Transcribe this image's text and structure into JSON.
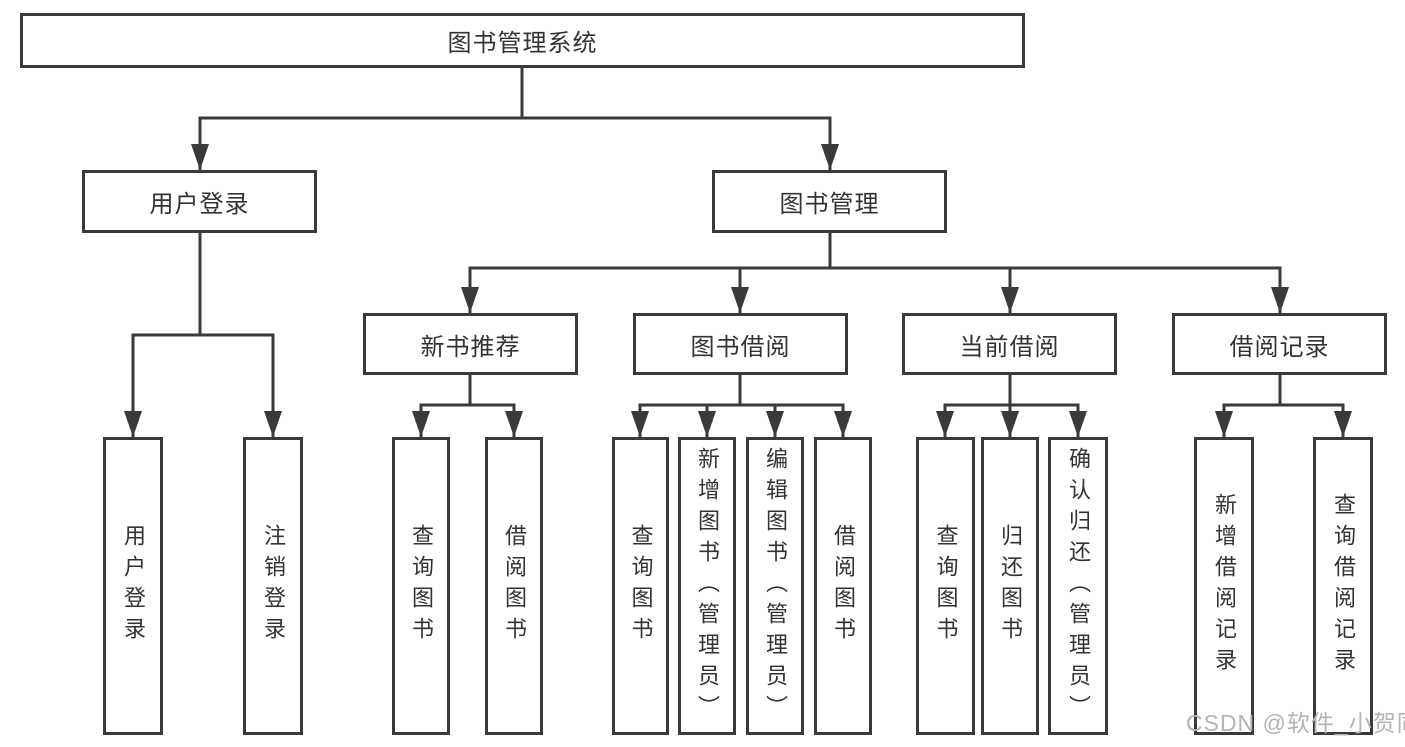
{
  "diagram": {
    "type": "hierarchy-diagram",
    "colors": {
      "line": "#3a3a3c",
      "box_border": "#3a3a3c",
      "box_background": "#ffffff",
      "text": "#333335",
      "watermark": "#b4b4b6",
      "background": "#ffffff"
    },
    "tree": {
      "label": "图书管理系统",
      "children": [
        {
          "label": "用户登录",
          "children": [
            {
              "label": "用户登录"
            },
            {
              "label": "注销登录"
            }
          ]
        },
        {
          "label": "图书管理",
          "children": [
            {
              "label": "新书推荐",
              "children": [
                {
                  "label": "查询图书"
                },
                {
                  "label": "借阅图书"
                }
              ]
            },
            {
              "label": "图书借阅",
              "children": [
                {
                  "label": "查询图书"
                },
                {
                  "label": "新增图书（管理员）"
                },
                {
                  "label": "编辑图书（管理员）"
                },
                {
                  "label": "借阅图书"
                }
              ]
            },
            {
              "label": "当前借阅",
              "children": [
                {
                  "label": "查询图书"
                },
                {
                  "label": "归还图书"
                },
                {
                  "label": "确认归还（管理员）"
                }
              ]
            },
            {
              "label": "借阅记录",
              "children": [
                {
                  "label": "新增借阅记录"
                },
                {
                  "label": "查询借阅记录"
                }
              ]
            }
          ]
        }
      ]
    },
    "watermark": "CSDN @软件_小贺同学"
  }
}
